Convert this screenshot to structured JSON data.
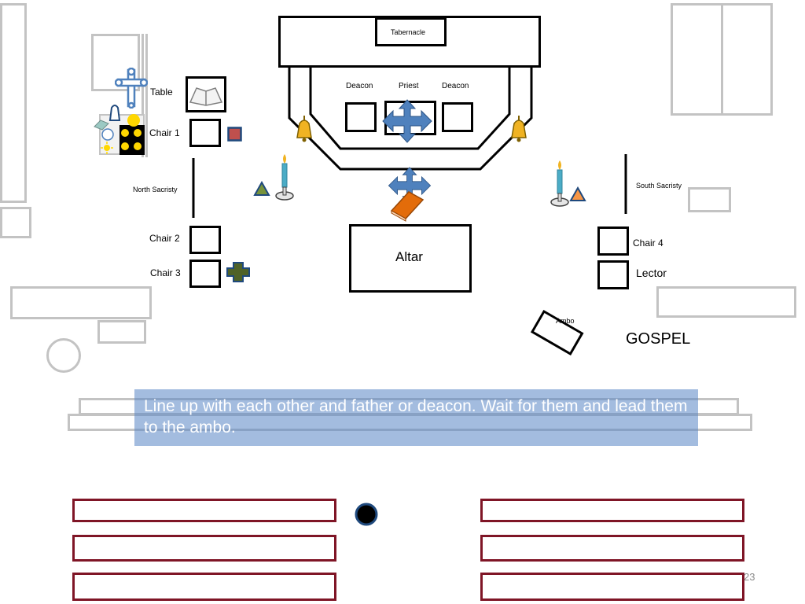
{
  "labels": {
    "tabernacle": "Tabernacle",
    "deacon_left": "Deacon",
    "priest": "Priest",
    "deacon_right": "Deacon",
    "table": "Table",
    "chair1": "Chair 1",
    "chair2": "Chair 2",
    "chair3": "Chair 3",
    "chair4": "Chair 4",
    "lector": "Lector",
    "north_sacristy": "North Sacristy",
    "south_sacristy": "South Sacristy",
    "altar": "Altar",
    "ambo": "Ambo",
    "gospel": "GOSPEL"
  },
  "caption": "Line up with each other and father or deacon. Wait for them and lead them to the ambo.",
  "page_number": "23",
  "colors": {
    "structure_gray": "#c3c3c3",
    "pew_border": "#7f1526",
    "caption_bg": "#5885c4",
    "arrow_blue": "#4f81bd",
    "book_orange": "#e36c0a",
    "triangle_green": "#77933c",
    "triangle_orange": "#f79646",
    "square_red": "#c0504d",
    "cross_olive": "#4f6228",
    "candle_teal": "#4bacc6",
    "bell_gold": "#f0b323"
  }
}
